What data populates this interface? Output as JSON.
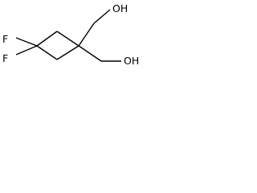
{
  "molecule": {
    "atoms": {
      "f_top": "F",
      "f_bottom": "F",
      "oh_top": "OH",
      "oh_bottom": "OH"
    },
    "colors": {
      "ink": "#000000",
      "background": "#ffffff"
    }
  }
}
